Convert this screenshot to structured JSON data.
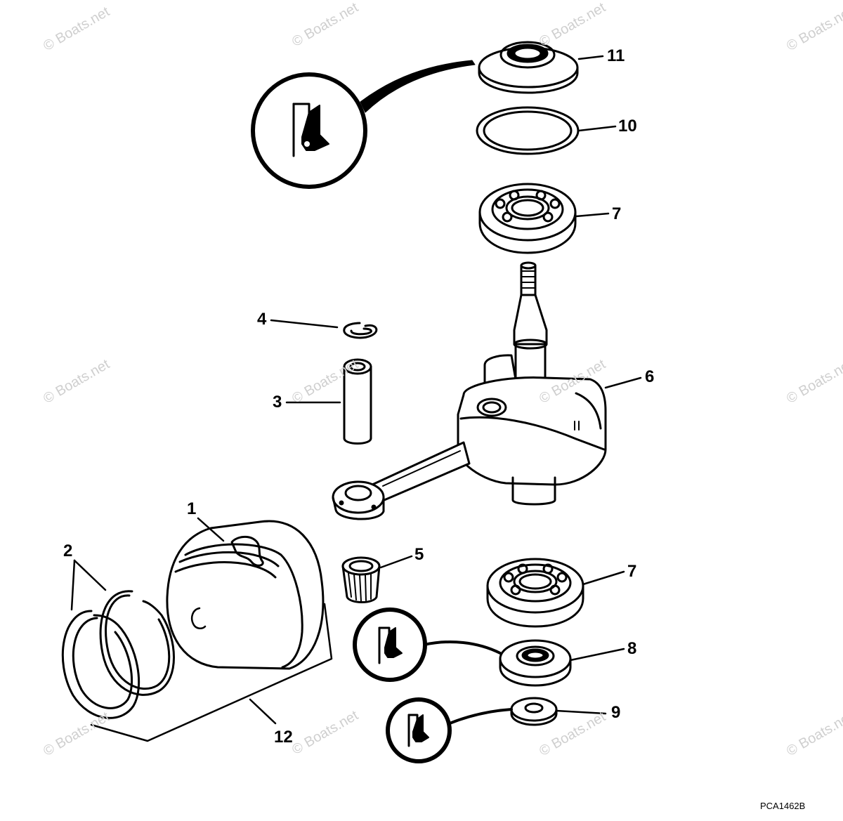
{
  "callouts": {
    "c1": "1",
    "c2": "2",
    "c3": "3",
    "c4": "4",
    "c5": "5",
    "c6": "6",
    "c7a": "7",
    "c7b": "7",
    "c8": "8",
    "c9": "9",
    "c10": "10",
    "c11": "11",
    "c12": "12"
  },
  "watermark": "© Boats.net",
  "drawing_code": "PCA1462B",
  "icons": {
    "lubricant_badge": "grease-lubricant-icon"
  }
}
